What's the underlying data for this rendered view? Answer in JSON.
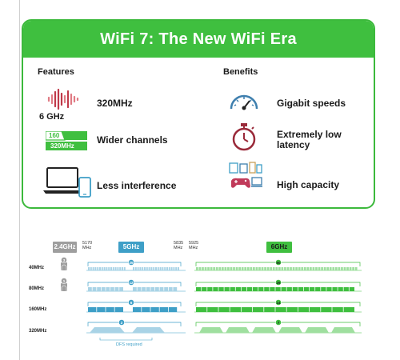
{
  "header": {
    "title": "WiFi 7: The New WiFi Era"
  },
  "columns": {
    "features": "Features",
    "benefits": "Benefits"
  },
  "features": [
    {
      "label": "320MHz",
      "icon": "waveform-icon",
      "sub": "6 GHz"
    },
    {
      "label": "Wider channels",
      "icon": "channel-width-icon",
      "badge_top": "160",
      "badge_bottom": "320MHz"
    },
    {
      "label": "Less interference",
      "icon": "laptop-phone-icon"
    }
  ],
  "benefits": [
    {
      "label": "Gigabit speeds",
      "icon": "speedometer-icon"
    },
    {
      "label_line1": "Extremely low",
      "label_line2": "latency",
      "icon": "stopwatch-icon"
    },
    {
      "label": "High capacity",
      "icon": "devices-icon"
    }
  ],
  "spectrum": {
    "bands": [
      {
        "name": "2.4GHz",
        "color": "#9e9e9e"
      },
      {
        "name": "5GHz",
        "color": "#3e9fc7"
      },
      {
        "name": "6GHz",
        "color": "#3fbf3f"
      }
    ],
    "freq_labels": {
      "f5170": "5170",
      "f5835": "5835",
      "f5925": "5925",
      "unit": "MHz"
    },
    "rows": [
      {
        "label": "40MHz",
        "count_24": "3",
        "count_5": "25",
        "count_6": "60"
      },
      {
        "label": "80MHz",
        "count_24": "1",
        "count_5": "12",
        "count_6": "29"
      },
      {
        "label": "160MHz",
        "count_5": "6",
        "count_6": "14"
      },
      {
        "label": "320MHz",
        "count_5": "2",
        "count_6": "7"
      }
    ],
    "dfs_note": "DFS required"
  }
}
